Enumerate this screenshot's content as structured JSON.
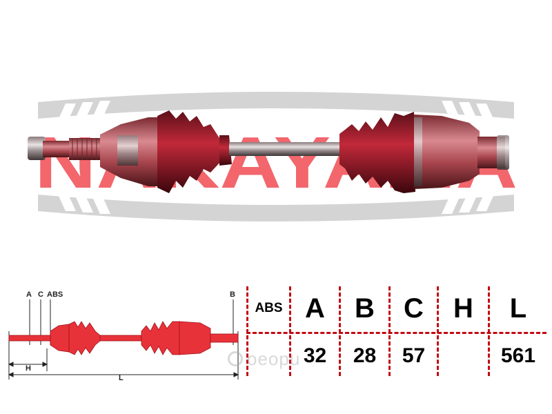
{
  "brand": {
    "logo_text": "NAKAYAMA",
    "colors": {
      "red": "#e5232b",
      "grey": "#d0d0d0",
      "dark_red": "#c20a14"
    }
  },
  "diagram": {
    "labels": {
      "a": "A",
      "c": "C",
      "abs": "ABS",
      "b": "B",
      "h": "H",
      "l": "L"
    }
  },
  "spec_table": {
    "headers": [
      "ABS",
      "A",
      "B",
      "C",
      "H",
      "L"
    ],
    "values": [
      "",
      "32",
      "28",
      "57",
      "",
      "561"
    ]
  },
  "watermark": {
    "text": "oeopu",
    "logo_icon": "circle-arrow-icon"
  }
}
